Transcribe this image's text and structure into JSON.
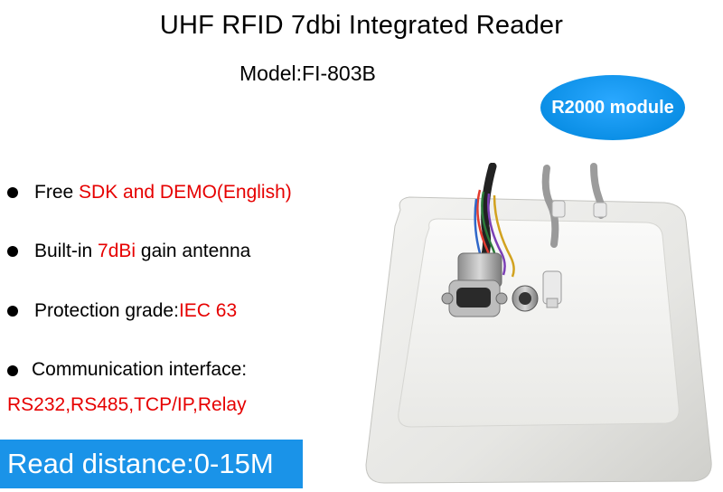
{
  "header": {
    "title": "UHF RFID 7dbi Integrated Reader",
    "model": "Model:FI-803B",
    "badge": "R2000 module"
  },
  "features": [
    {
      "prefix": "Free ",
      "highlight": "SDK and DEMO(English)",
      "suffix": ""
    },
    {
      "prefix": "Built-in ",
      "highlight": "7dBi",
      "suffix": " gain antenna"
    },
    {
      "prefix": "Protection grade:",
      "highlight": "IEC 63",
      "suffix": ""
    },
    {
      "prefix": "Communication interface:",
      "highlight": "",
      "suffix": ""
    }
  ],
  "interfaces": "RS232,RS485,TCP/IP,Relay",
  "read_range": "Read distance:0-15M",
  "colors": {
    "highlight": "#e60000",
    "accent": "#1a93e8"
  }
}
